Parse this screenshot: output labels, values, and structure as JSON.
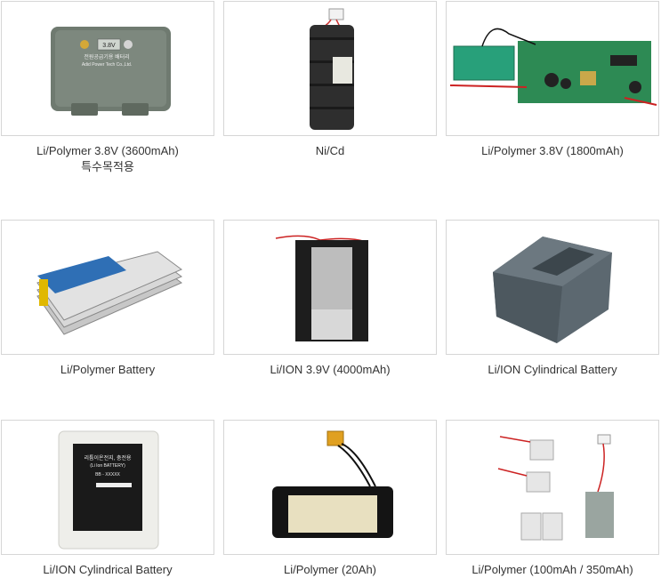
{
  "products": [
    {
      "name": "Li/Polymer 3.8V (3600mAh)",
      "note": "특수목적용",
      "icon": "gray-battery-pack",
      "label_lines": [
        "3.8V",
        "전원공급기용 배터리",
        "Adid Power Tech Co.,Ltd."
      ]
    },
    {
      "name": "Ni/Cd",
      "note": "",
      "icon": "cylindrical-cell-stack"
    },
    {
      "name": "Li/Polymer 3.8V (1800mAh)",
      "note": "",
      "icon": "circuit-board-battery"
    },
    {
      "name": "Li/Polymer Battery",
      "note": "",
      "icon": "stacked-polymer-cells"
    },
    {
      "name": "Li/ION 3.9V (4000mAh)",
      "note": "",
      "icon": "flat-pouch-cell"
    },
    {
      "name": "Li/ION Cylindrical Battery",
      "note": "",
      "icon": "gray-box-battery"
    },
    {
      "name": "Li/ION Cylindrical Battery",
      "note": "",
      "icon": "white-labeled-battery",
      "label_lines": [
        "리튬이온전지, 충전용",
        "(Li Ion BATTERY)",
        "BB - XXXXX"
      ]
    },
    {
      "name": "Li/Polymer (20Ah)",
      "note": "",
      "icon": "black-pack-battery"
    },
    {
      "name": "Li/Polymer (100mAh / 350mAh)",
      "note": "",
      "icon": "small-polymer-cells"
    }
  ],
  "colors": {
    "border": "#d6d6d6",
    "text": "#333333"
  }
}
